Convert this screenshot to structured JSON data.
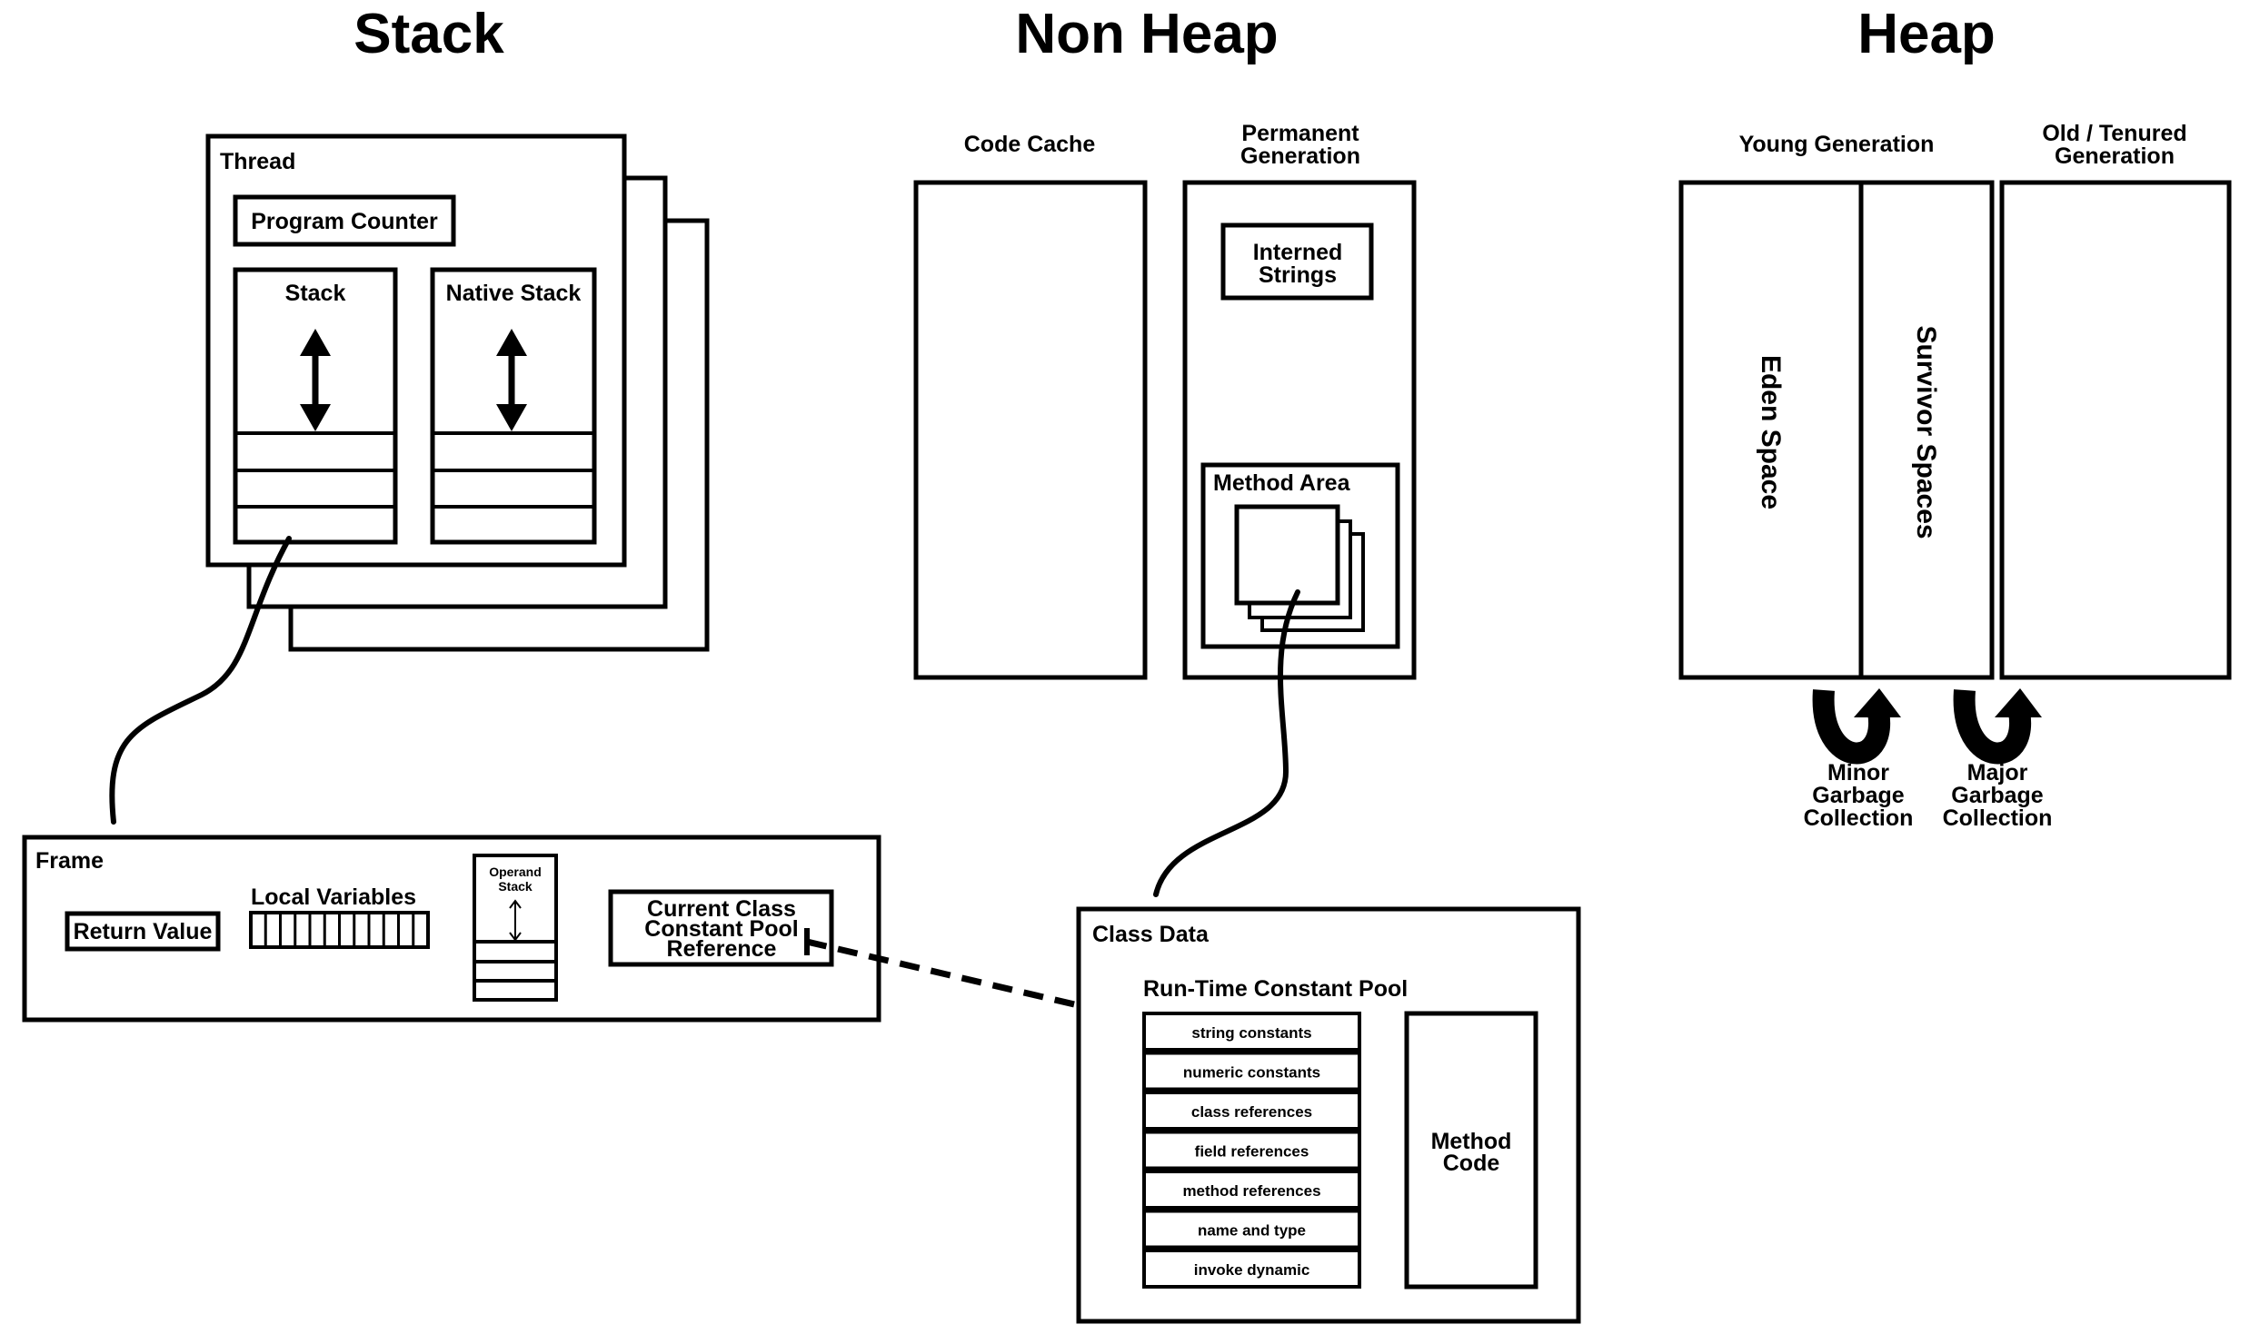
{
  "titles": {
    "stack": "Stack",
    "non_heap": "Non Heap",
    "heap": "Heap"
  },
  "thread": {
    "label": "Thread",
    "program_counter": "Program Counter",
    "stack": "Stack",
    "native_stack": "Native Stack"
  },
  "frame": {
    "label": "Frame",
    "return_value": "Return Value",
    "local_variables": "Local Variables",
    "operand_stack": [
      "Operand",
      "Stack"
    ],
    "current_class": [
      "Current Class",
      "Constant Pool",
      "Reference"
    ]
  },
  "non_heap": {
    "code_cache": "Code Cache",
    "permanent_generation": [
      "Permanent",
      "Generation"
    ],
    "interned_strings": [
      "Interned",
      "Strings"
    ],
    "method_area": "Method Area"
  },
  "heap": {
    "young_generation": "Young Generation",
    "old_generation": [
      "Old / Tenured",
      "Generation"
    ],
    "eden_space": "Eden Space",
    "survivor_spaces": "Survivor Spaces",
    "minor_gc": [
      "Minor",
      "Garbage",
      "Collection"
    ],
    "major_gc": [
      "Major",
      "Garbage",
      "Collection"
    ]
  },
  "class_data": {
    "label": "Class Data",
    "run_time_constant_pool": "Run-Time Constant Pool",
    "pool_items": [
      "string constants",
      "numeric constants",
      "class references",
      "field references",
      "method references",
      "name and type",
      "invoke dynamic"
    ],
    "method_code": [
      "Method",
      "Code"
    ]
  }
}
